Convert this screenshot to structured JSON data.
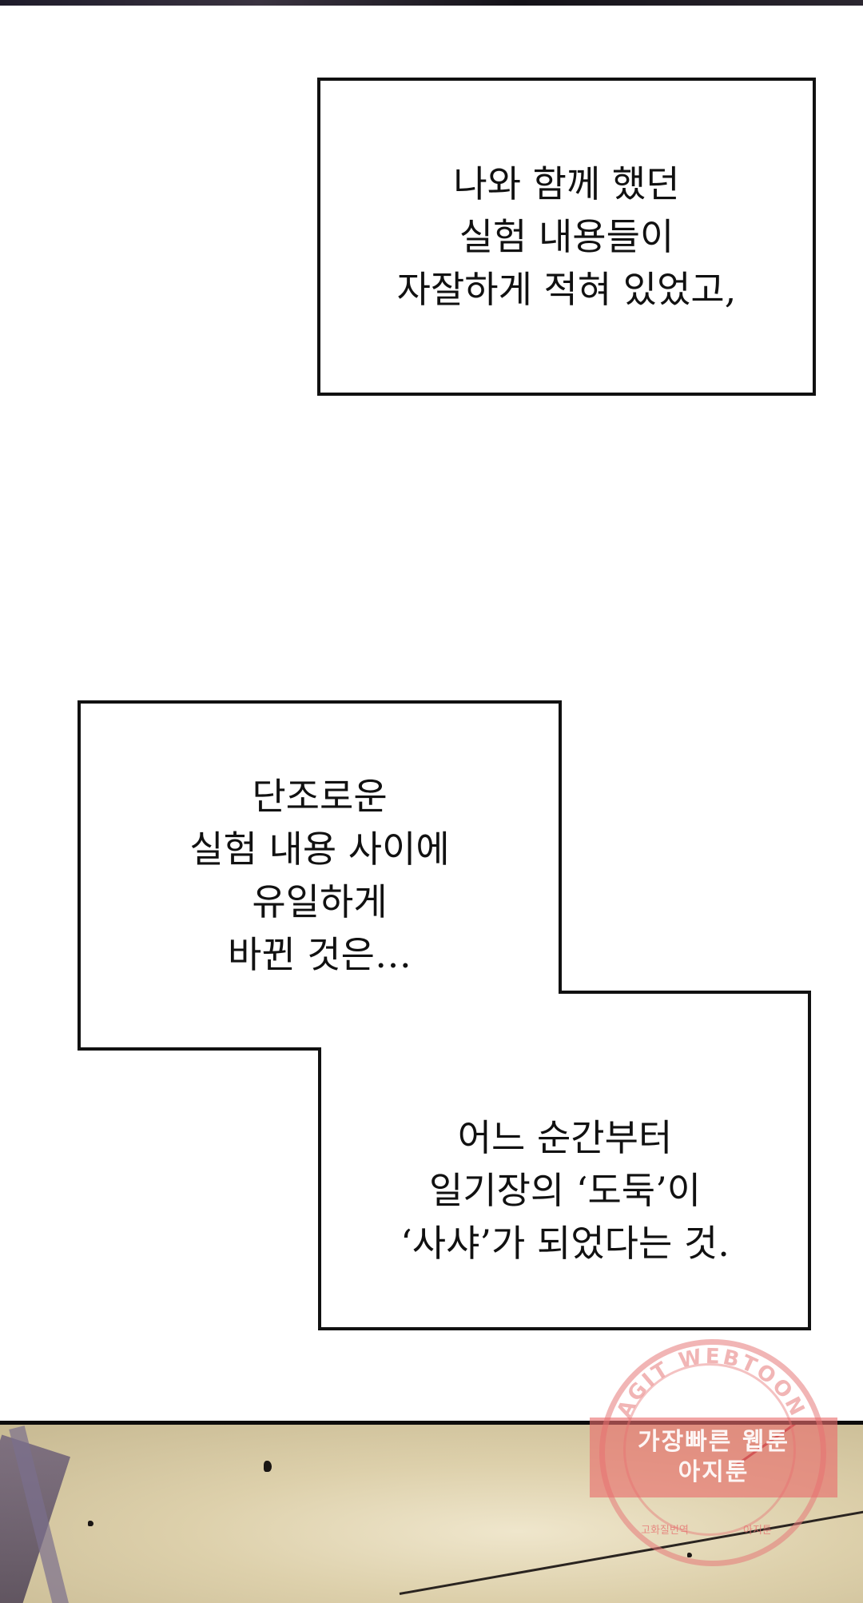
{
  "captions": {
    "box1": [
      "나와 함께 했던",
      "실험 내용들이",
      "자잘하게 적혀 있었고,"
    ],
    "box2": [
      "단조로운",
      "실험 내용 사이에",
      "유일하게",
      "바뀐 것은…"
    ],
    "box3": [
      "어느 순간부터",
      "일기장의 ‘도둑’이",
      "‘사샤’가 되었다는 것."
    ]
  },
  "watermark": {
    "arc_text": "AGIT WEBTOON",
    "line1": "가장빠른 웹툰",
    "line2": "아지툰",
    "small_left": "고화질번역",
    "small_right": "아지툰"
  }
}
